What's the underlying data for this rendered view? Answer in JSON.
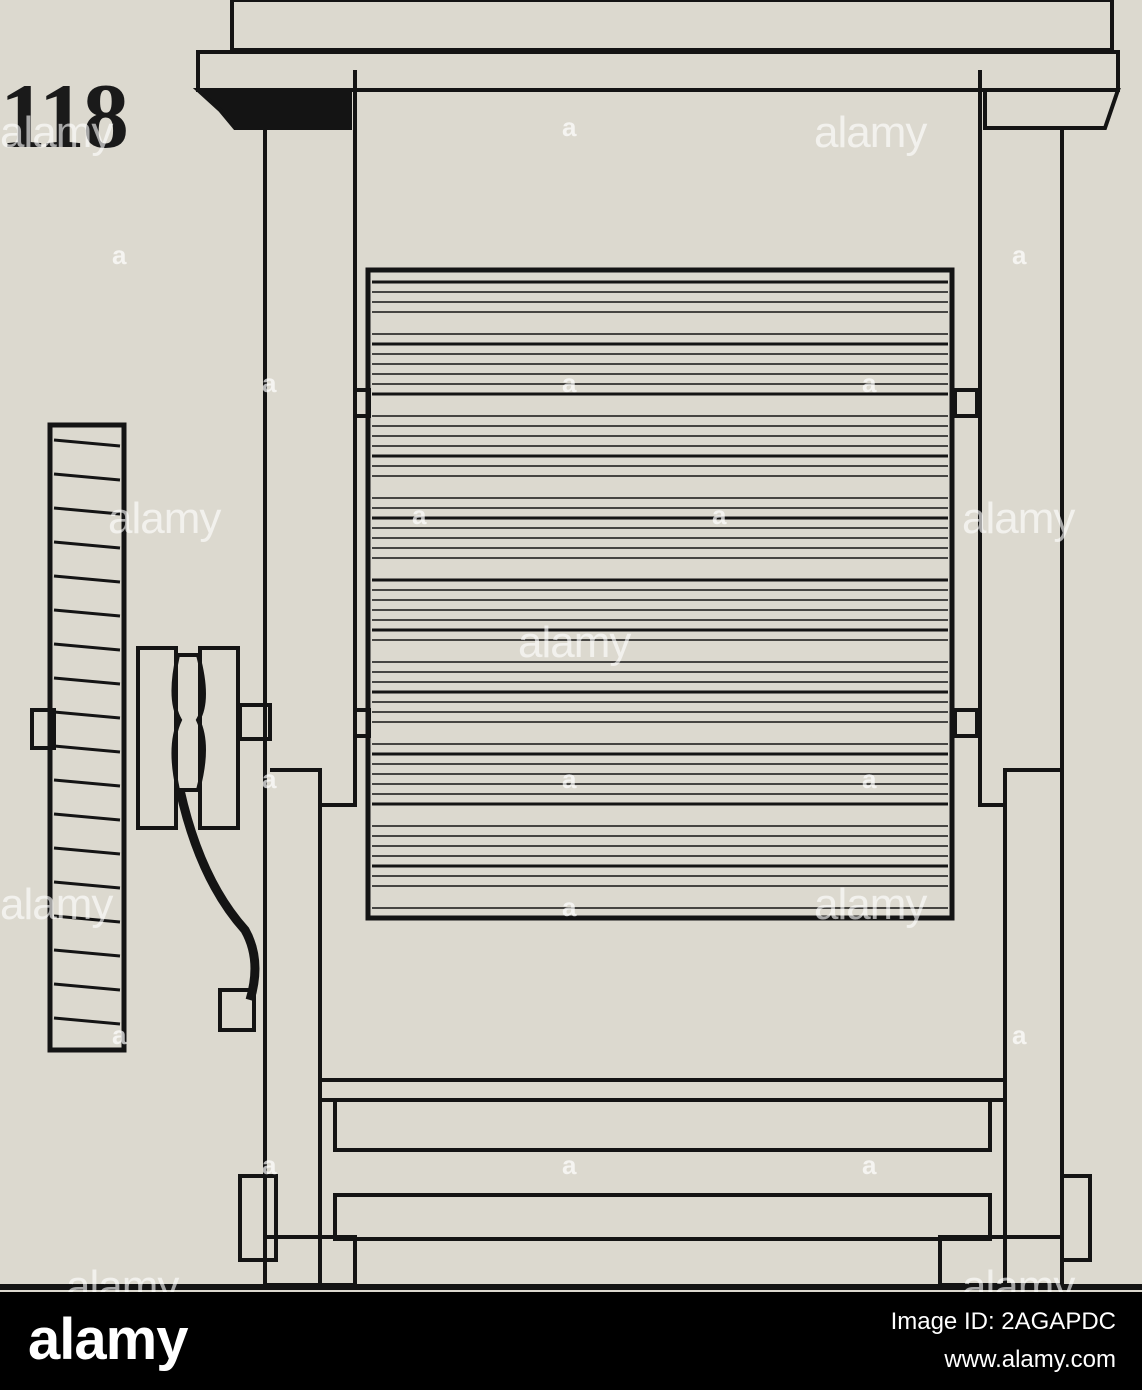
{
  "figure": {
    "number": "118"
  },
  "watermark": {
    "text": "alamy",
    "letter": "a"
  },
  "footer": {
    "brand": "alamy",
    "image_id_label": "Image ID: 2AGAPDC",
    "site": "www.alamy.com"
  },
  "colors": {
    "paper": "#dcd9cf",
    "ink": "#141414",
    "footer_bg": "#000000",
    "footer_text": "#ffffff"
  }
}
